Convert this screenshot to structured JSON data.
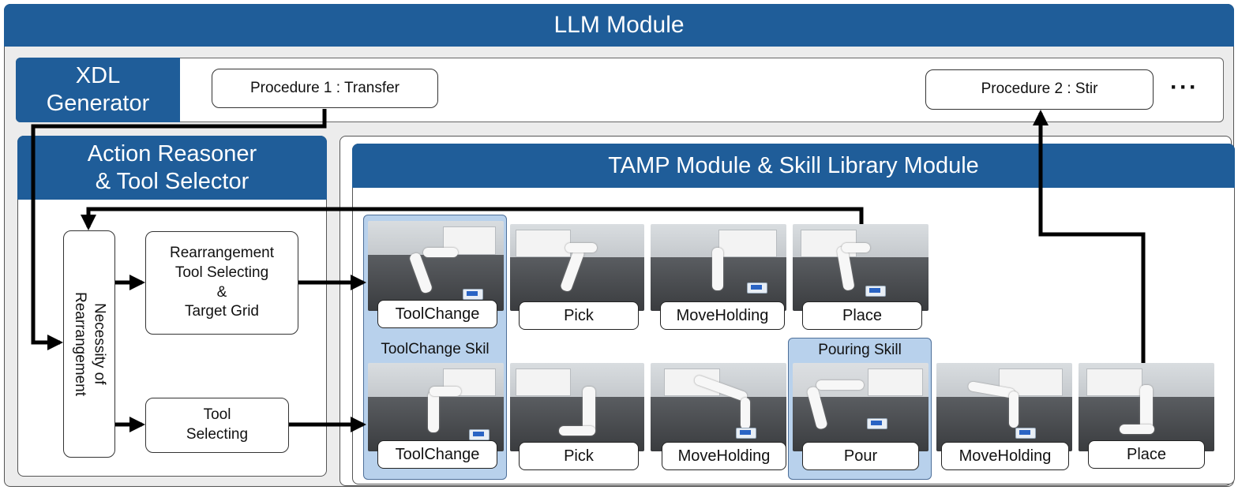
{
  "llm_module": {
    "title": "LLM Module"
  },
  "xdl_generator": {
    "title_line1": "XDL",
    "title_line2": "Generator",
    "procedures": [
      "Procedure 1 : Transfer",
      "Procedure 2 : Stir"
    ],
    "ellipsis": "···"
  },
  "action_reasoner": {
    "title_line1": "Action Reasoner",
    "title_line2": "& Tool Selector",
    "necessity_line1": "Necessity of",
    "necessity_line2": "Rearrangement",
    "rearrangement_lines": [
      "Rearrangement",
      "Tool Selecting",
      "&",
      "Target Grid"
    ],
    "tool_selecting_lines": [
      "Tool",
      "Selecting"
    ]
  },
  "tamp_module": {
    "title": "TAMP Module & Skill Library Module",
    "row1_skills": [
      "ToolChange",
      "Pick",
      "MoveHolding",
      "Place"
    ],
    "row2_skills": [
      "ToolChange",
      "Pick",
      "MoveHolding",
      "Pour",
      "MoveHolding",
      "Place"
    ],
    "toolchange_group_label": "ToolChange Skil",
    "pouring_group_label": "Pouring Skill"
  },
  "colors": {
    "header_blue": "#1f5d99",
    "highlight_blue": "#b8d1ec",
    "panel_gray": "#ececec"
  }
}
